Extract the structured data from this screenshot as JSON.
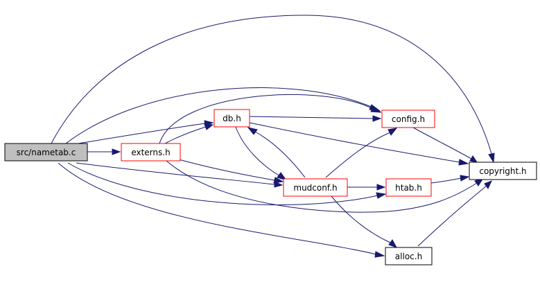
{
  "colors": {
    "edge": "#191970",
    "root_fill": "#bfbfbf",
    "root_border": "#000000",
    "linked_border": "#ff0000",
    "leaf_border": "#000000",
    "node_fill": "#ffffff"
  },
  "nodes": {
    "nametab": {
      "label": "src/nametab.c",
      "style": "root"
    },
    "externs": {
      "label": "externs.h",
      "style": "linked"
    },
    "db": {
      "label": "db.h",
      "style": "linked"
    },
    "config": {
      "label": "config.h",
      "style": "linked"
    },
    "mudconf": {
      "label": "mudconf.h",
      "style": "linked"
    },
    "htab": {
      "label": "htab.h",
      "style": "linked"
    },
    "copyright": {
      "label": "copyright.h",
      "style": "leaf"
    },
    "alloc": {
      "label": "alloc.h",
      "style": "leaf"
    }
  },
  "edges": [
    {
      "from": "nametab",
      "to": "externs"
    },
    {
      "from": "nametab",
      "to": "db"
    },
    {
      "from": "nametab",
      "to": "config"
    },
    {
      "from": "nametab",
      "to": "copyright"
    },
    {
      "from": "nametab",
      "to": "mudconf"
    },
    {
      "from": "nametab",
      "to": "htab"
    },
    {
      "from": "nametab",
      "to": "alloc"
    },
    {
      "from": "externs",
      "to": "db"
    },
    {
      "from": "externs",
      "to": "config"
    },
    {
      "from": "externs",
      "to": "mudconf"
    },
    {
      "from": "externs",
      "to": "copyright"
    },
    {
      "from": "db",
      "to": "config"
    },
    {
      "from": "db",
      "to": "copyright"
    },
    {
      "from": "db",
      "to": "mudconf"
    },
    {
      "from": "mudconf",
      "to": "db"
    },
    {
      "from": "mudconf",
      "to": "config"
    },
    {
      "from": "mudconf",
      "to": "htab"
    },
    {
      "from": "mudconf",
      "to": "alloc"
    },
    {
      "from": "config",
      "to": "copyright"
    },
    {
      "from": "htab",
      "to": "copyright"
    },
    {
      "from": "alloc",
      "to": "copyright"
    }
  ]
}
